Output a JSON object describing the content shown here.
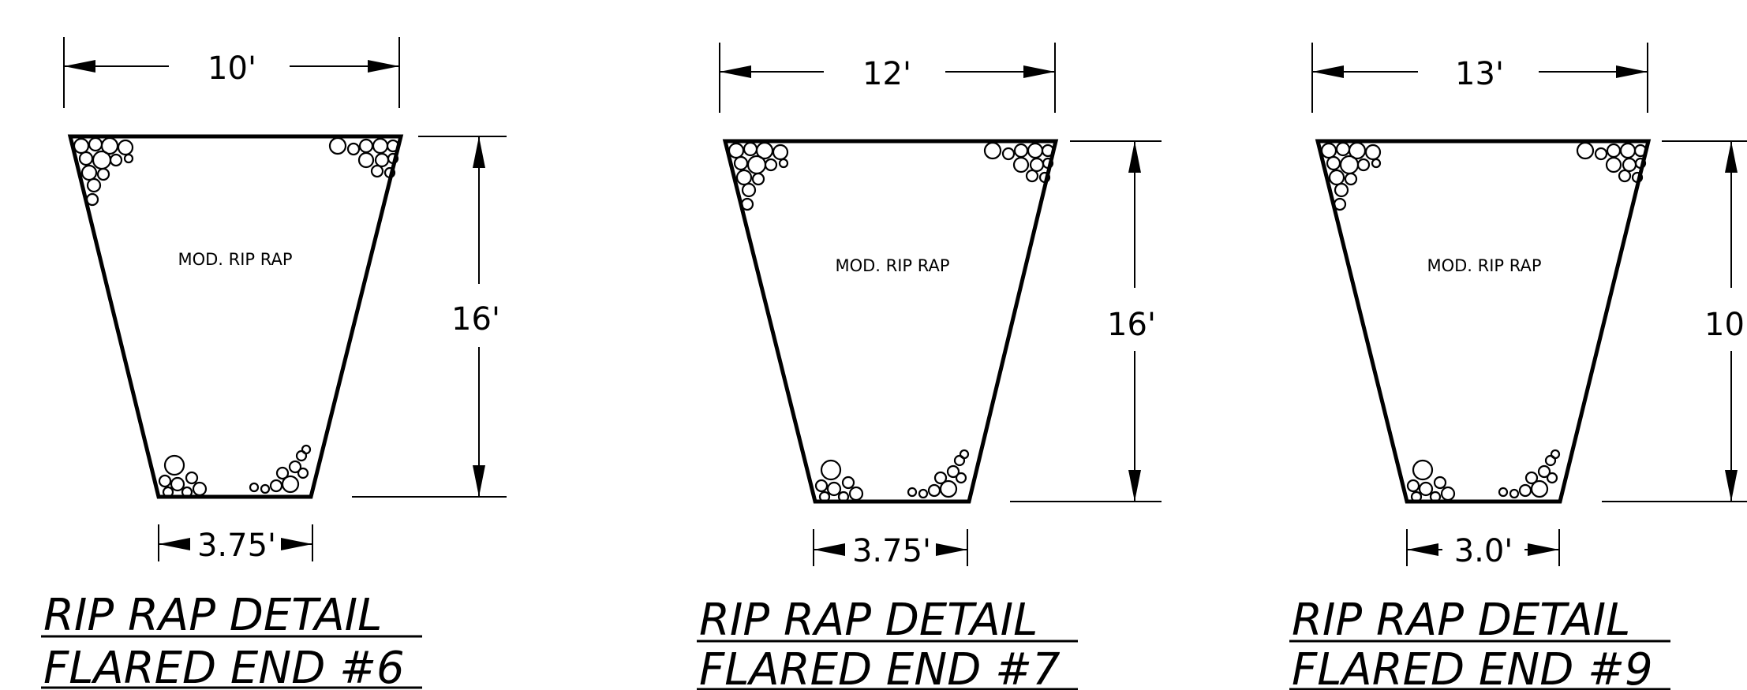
{
  "details": [
    {
      "top_width": "10'",
      "height": "16'",
      "bottom_width": "3.75'",
      "material": "MOD. RIP RAP",
      "title_line1": "RIP RAP DETAIL",
      "title_line2": "FLARED END #6"
    },
    {
      "top_width": "12'",
      "height": "16'",
      "bottom_width": "3.75'",
      "material": "MOD. RIP RAP",
      "title_line1": "RIP RAP DETAIL",
      "title_line2": "FLARED END #7"
    },
    {
      "top_width": "13'",
      "height": "10'",
      "bottom_width": "3.0'",
      "material": "MOD. RIP RAP",
      "title_line1": "RIP RAP DETAIL",
      "title_line2": "FLARED END #9"
    }
  ]
}
